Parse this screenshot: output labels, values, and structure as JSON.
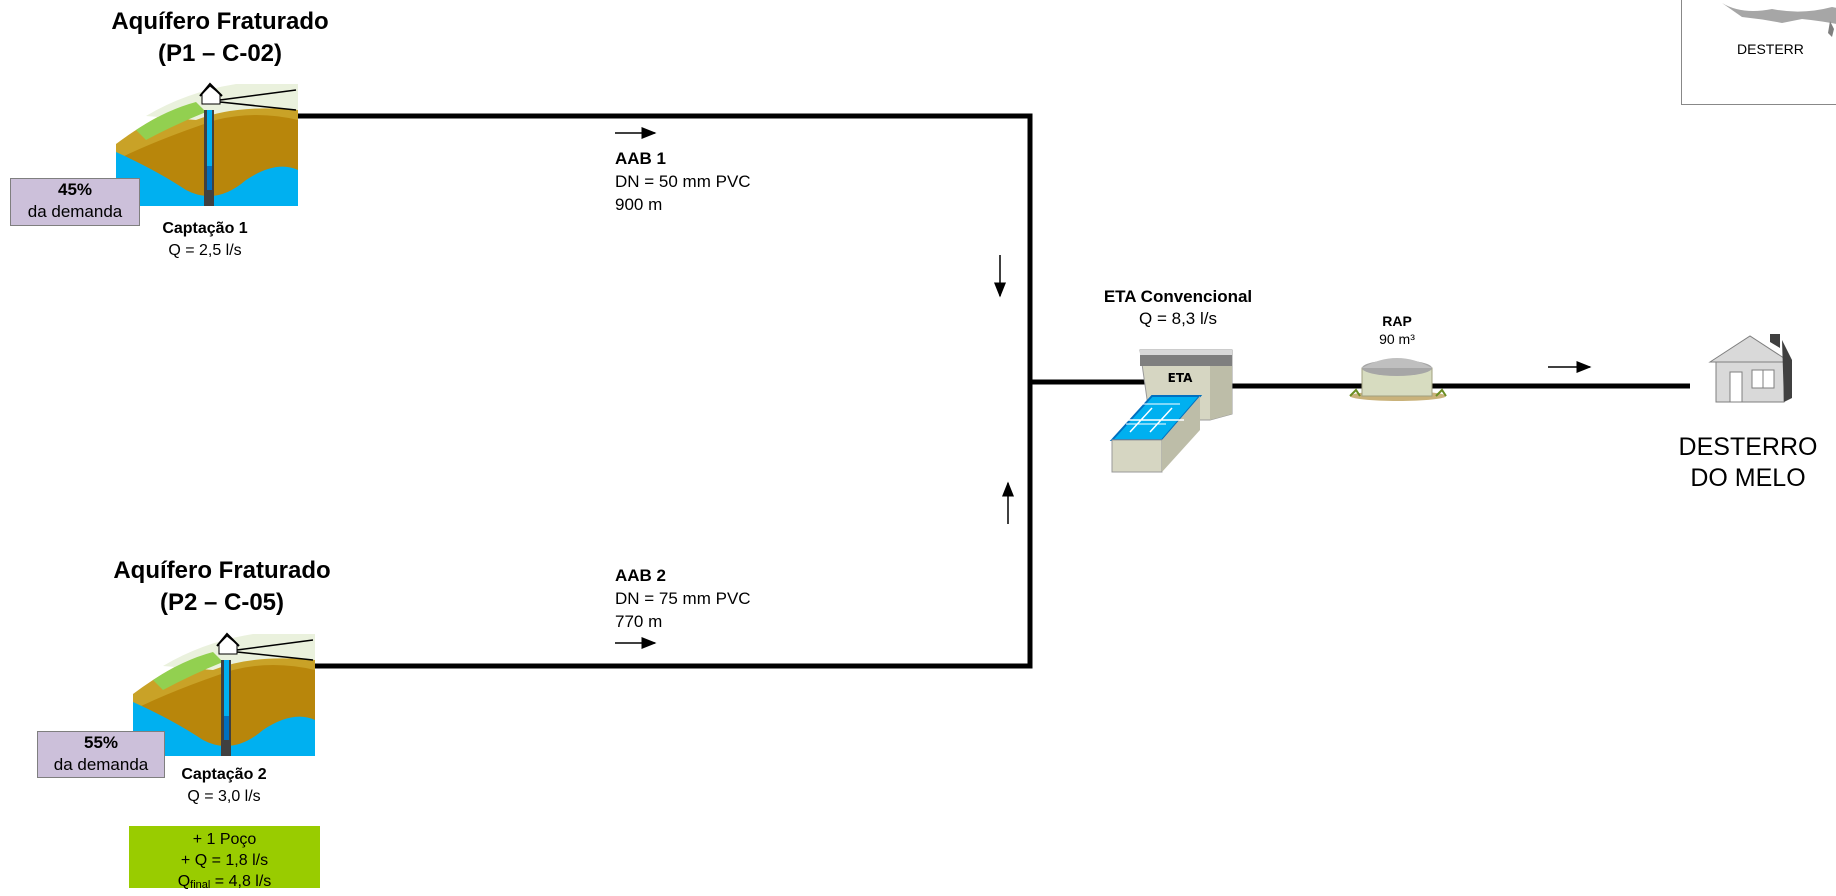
{
  "source1": {
    "title_line1": "Aquífero Fraturado",
    "title_line2": "(P1 – C-02)",
    "demand_pct": "45%",
    "demand_text": "da demanda",
    "capture_name": "Captação 1",
    "capture_flow": "Q = 2,5 l/s"
  },
  "source2": {
    "title_line1": "Aquífero Fraturado",
    "title_line2": "(P2 – C-05)",
    "demand_pct": "55%",
    "demand_text": "da demanda",
    "capture_name": "Captação 2",
    "capture_flow": "Q = 3,0 l/s",
    "extra_line1": "+ 1 Poço",
    "extra_line2": "+ Q = 1,8 l/s",
    "extra_q": "Q",
    "extra_sub": "final",
    "extra_value": " = 4,8 l/s"
  },
  "pipe1": {
    "name": "AAB 1",
    "diameter": "DN = 50 mm PVC",
    "length": "900 m"
  },
  "pipe2": {
    "name": "AAB 2",
    "diameter": "DN = 75 mm PVC",
    "length": "770 m"
  },
  "eta": {
    "name": "ETA Convencional",
    "flow": "Q = 8,3 l/s",
    "building_label": "ETA"
  },
  "rap": {
    "name": "RAP",
    "volume": "90 m³"
  },
  "city": {
    "line1": "DESTERRO",
    "line2": "DO MELO"
  },
  "inset": {
    "label": "DESTERR"
  },
  "colors": {
    "pipe": "#000000",
    "demand_box": "#ccc0da",
    "extra_box": "#99cc00",
    "water": "#00b0f0"
  }
}
